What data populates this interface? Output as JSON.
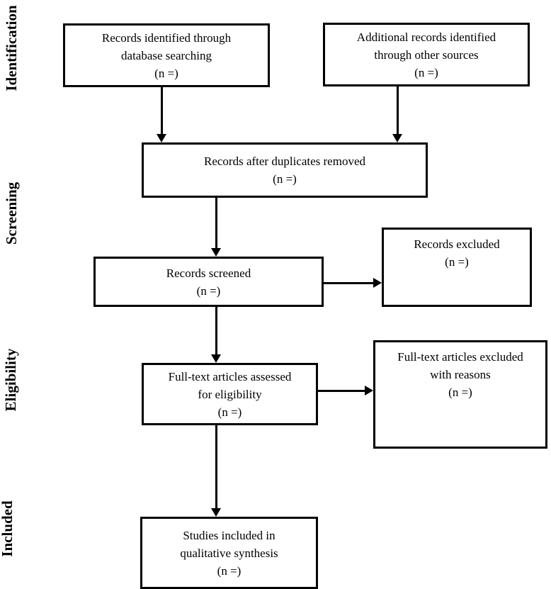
{
  "diagram": {
    "type": "prisma-flow",
    "colors": {
      "line": "#000000",
      "text": "#000000",
      "background": "#ffffff"
    },
    "stage_labels": {
      "identification": "Identification",
      "screening": "Screening",
      "eligibility": "Eligibility",
      "included": "Included"
    },
    "boxes": {
      "records_identified_database": {
        "line1": "Records identified through",
        "line2": "database searching",
        "count": "(n =)"
      },
      "records_identified_other": {
        "line1": "Additional records identified",
        "line2": "through other sources",
        "count": "(n =)"
      },
      "records_after_duplicates": {
        "line1": "Records after duplicates removed",
        "count": "(n =)"
      },
      "records_screened": {
        "line1": "Records screened",
        "count": "(n =)"
      },
      "records_excluded": {
        "line1": "Records excluded",
        "count": "(n =)"
      },
      "fulltext_assessed": {
        "line1": "Full-text articles assessed",
        "line2": "for eligibility",
        "count": "(n =)"
      },
      "fulltext_excluded": {
        "line1": "Full-text articles excluded",
        "line2": "with reasons",
        "count": "(n =)"
      },
      "studies_included": {
        "line1": "Studies included in",
        "line2": "qualitative synthesis",
        "count": "(n =)"
      }
    }
  }
}
